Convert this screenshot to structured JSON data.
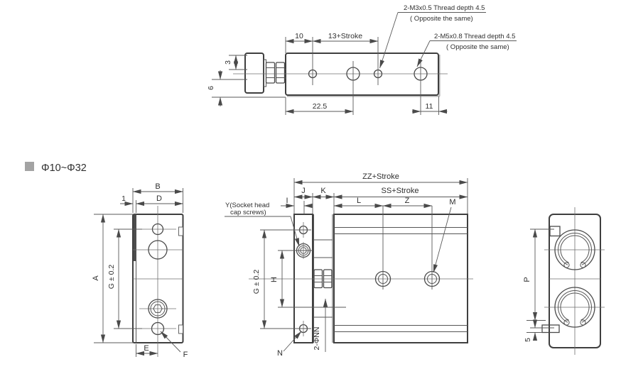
{
  "section": {
    "label": "Φ10~Φ32"
  },
  "top_view": {
    "dim_10": "10",
    "dim_13_stroke": "13+Stroke",
    "dim_3": "3",
    "dim_6": "6",
    "dim_22_5": "22.5",
    "dim_11": "11",
    "note_m3_line1": "2-M3x0.5 Thread depth 4.5",
    "note_m3_line2": "( Opposite the same)",
    "note_m5_line1": "2-M5x0.8 Thread depth 4.5",
    "note_m5_line2": "( Opposite the same)"
  },
  "front_view": {
    "dim_b": "B",
    "dim_d": "D",
    "dim_1": "1",
    "dim_a": "A",
    "dim_g": "G ± 0.2",
    "dim_e": "E",
    "label_f": "F"
  },
  "side_view": {
    "dim_zz": "ZZ+Stroke",
    "dim_j": "J",
    "dim_k": "K",
    "dim_i": "I",
    "dim_ss": "SS+Stroke",
    "dim_l": "L",
    "dim_z": "Z",
    "label_m": "M",
    "note_y_line1": "Y(Socket head",
    "note_y_line2": "cap screws)",
    "dim_g": "G ± 0.2",
    "dim_h": "H",
    "label_n": "N",
    "label_nn": "2-ΦNN"
  },
  "end_view": {
    "dim_p": "P",
    "dim_5": "5"
  }
}
